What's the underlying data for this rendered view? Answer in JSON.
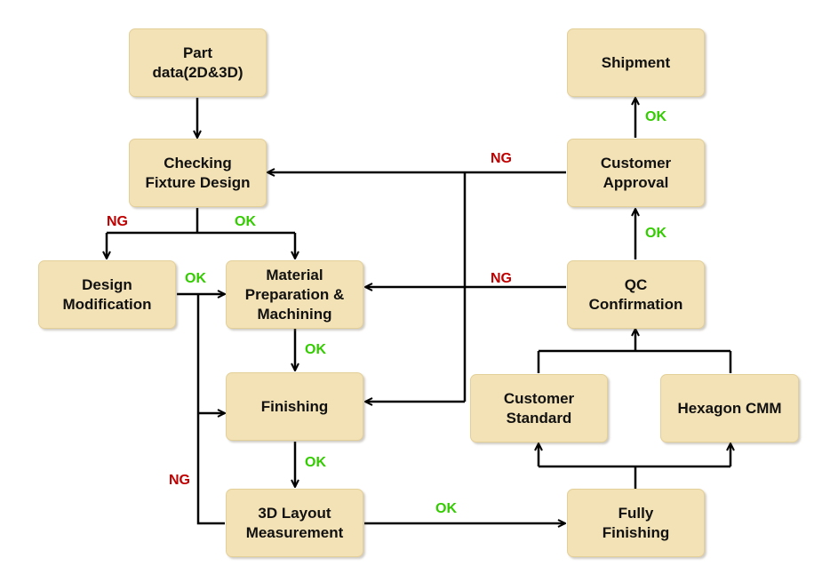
{
  "nodes": {
    "part_data": "Part\ndata(2D&3D)",
    "checking_fixture_design": "Checking\nFixture Design",
    "design_modification": "Design\nModification",
    "material_preparation": "Material\nPreparation &\nMachining",
    "finishing": "Finishing",
    "layout_measurement": "3D Layout\nMeasurement",
    "fully_finishing": "Fully\nFinishing",
    "customer_standard": "Customer\nStandard",
    "hexagon_cmm": "Hexagon CMM",
    "qc_confirmation": "QC\nConfirmation",
    "customer_approval": "Customer\nApproval",
    "shipment": "Shipment"
  },
  "edge_labels": {
    "ok": "OK",
    "ng": "NG"
  },
  "colors": {
    "box_fill": "#f3e2b6",
    "ok": "#33cc00",
    "ng": "#c00000",
    "line": "#000000"
  }
}
